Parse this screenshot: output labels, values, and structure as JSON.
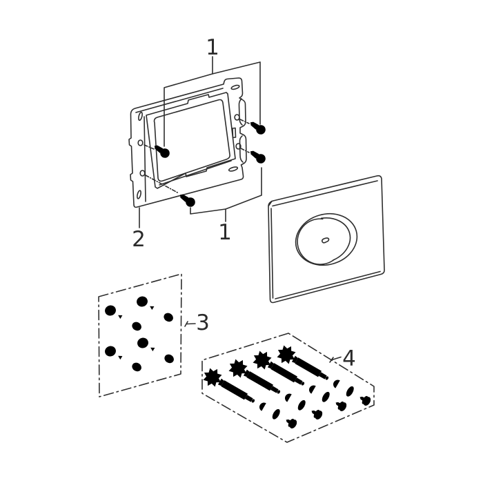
{
  "figure": {
    "background_color": "#ffffff",
    "line_color": "#2d2d2d",
    "callouts": {
      "part1_top": "1",
      "part1_bottom": "1",
      "part2": "2",
      "part3": "3",
      "part4": "4"
    },
    "parts": [
      {
        "number": "1",
        "name": "fixing-screws",
        "count": 4
      },
      {
        "number": "2",
        "name": "mounting-frame",
        "count": 1
      },
      {
        "number": "3",
        "name": "screw-and-washer-set",
        "count": 4
      },
      {
        "number": "4",
        "name": "threaded-adjuster-set",
        "count": 4
      },
      {
        "number": "",
        "name": "flush-plate",
        "count": 1
      }
    ]
  }
}
